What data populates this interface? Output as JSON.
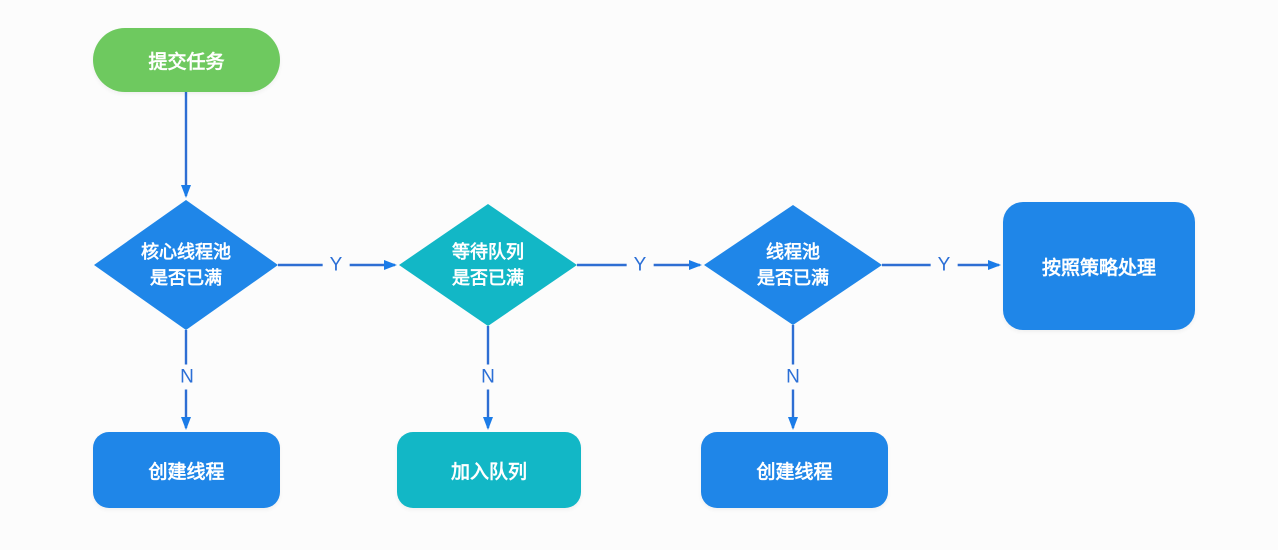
{
  "colors": {
    "green": "#6ec95f",
    "blue": "#1f86e8",
    "teal": "#12b7c6",
    "line": "#2e6ed3",
    "arrow": "#1b7ce8",
    "label": "#2b6fd6",
    "bg": "#fcfcfc"
  },
  "nodes": {
    "start": {
      "label": "提交任务"
    },
    "decision_core": {
      "line1": "核心线程池",
      "line2": "是否已满"
    },
    "decision_queue": {
      "line1": "等待队列",
      "line2": "是否已满"
    },
    "decision_pool": {
      "line1": "线程池",
      "line2": "是否已满"
    },
    "policy": {
      "label": "按照策略处理"
    },
    "create_thread_1": {
      "label": "创建线程"
    },
    "add_queue": {
      "label": "加入队列"
    },
    "create_thread_2": {
      "label": "创建线程"
    }
  },
  "edge_labels": {
    "yes": "Y",
    "no": "N"
  }
}
